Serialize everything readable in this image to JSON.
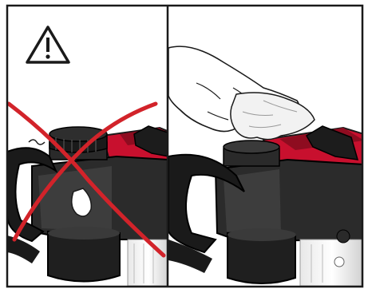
{
  "figure": {
    "panels": [
      {
        "id": "left",
        "meaning": "incorrect",
        "icons": [
          "warning-triangle-icon",
          "red-cross-icon"
        ]
      },
      {
        "id": "right",
        "meaning": "correct"
      }
    ],
    "colors": {
      "frame": "#1a1a1a",
      "prohibition_cross": "#d2232a",
      "engine_red": "#c8102e",
      "engine_dark": "#1c1c1c",
      "engine_mid": "#3a3a3a",
      "hand_fill": "#ffffff",
      "shadow_gray": "#cfcfcf"
    }
  }
}
